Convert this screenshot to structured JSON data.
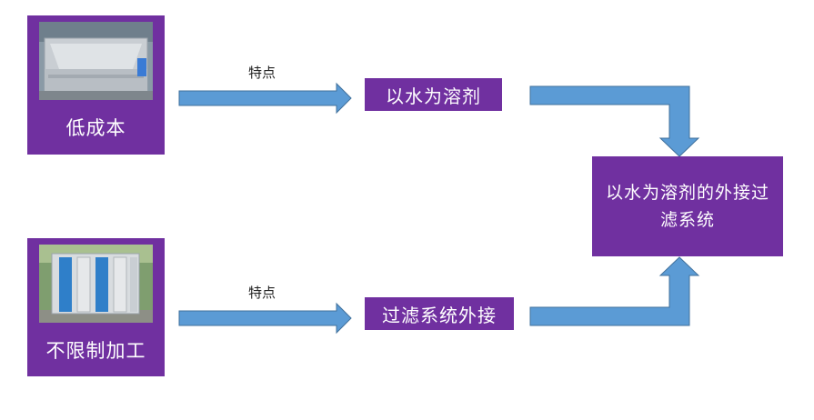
{
  "sources": [
    {
      "label": "低成本",
      "photo": "spray-booth-photo"
    },
    {
      "label": "不限制加工",
      "photo": "filter-cabinet-photo"
    }
  ],
  "arrow_labels": [
    "特点",
    "特点"
  ],
  "features": [
    "以水为溶剂",
    "过滤系统外接"
  ],
  "result": "以水为溶剂的外接过滤系统",
  "colors": {
    "box": "#7030a0",
    "arrow_fill": "#5b9bd5",
    "arrow_stroke": "#41719c"
  }
}
